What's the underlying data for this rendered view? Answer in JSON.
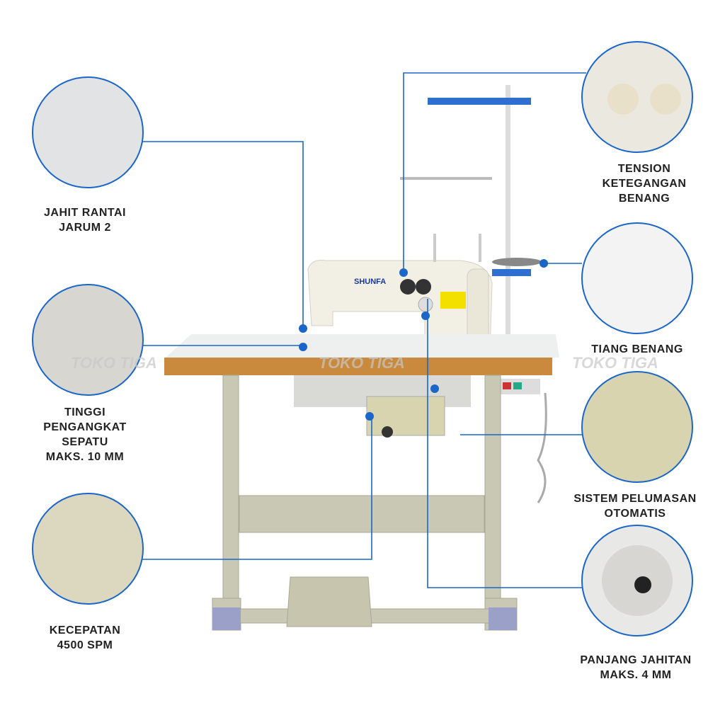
{
  "brand": "SHUNFA",
  "watermark": "TOKO TIGA",
  "colors": {
    "accent": "#1a66c9",
    "table_top": "#c98a3e",
    "frame": "#c9c8b4",
    "machine": "#f2efe4"
  },
  "features": [
    {
      "id": "chain-stitch",
      "lines": [
        "JAHIT RANTAI",
        "JARUM 2"
      ]
    },
    {
      "id": "presser-lift",
      "lines": [
        "TINGGI",
        "PENGANGKAT",
        "SEPATU",
        "MAKS. 10 MM"
      ]
    },
    {
      "id": "speed",
      "lines": [
        "KECEPATAN",
        "4500 SPM"
      ]
    },
    {
      "id": "tension",
      "lines": [
        "TENSION",
        "KETEGANGAN",
        "BENANG"
      ]
    },
    {
      "id": "thread-stand",
      "lines": [
        "TIANG BENANG"
      ]
    },
    {
      "id": "lubrication",
      "lines": [
        "SISTEM PELUMASAN",
        "OTOMATIS"
      ]
    },
    {
      "id": "stitch-length",
      "lines": [
        "PANJANG JAHITAN",
        "MAKS. 4 MM"
      ]
    }
  ]
}
